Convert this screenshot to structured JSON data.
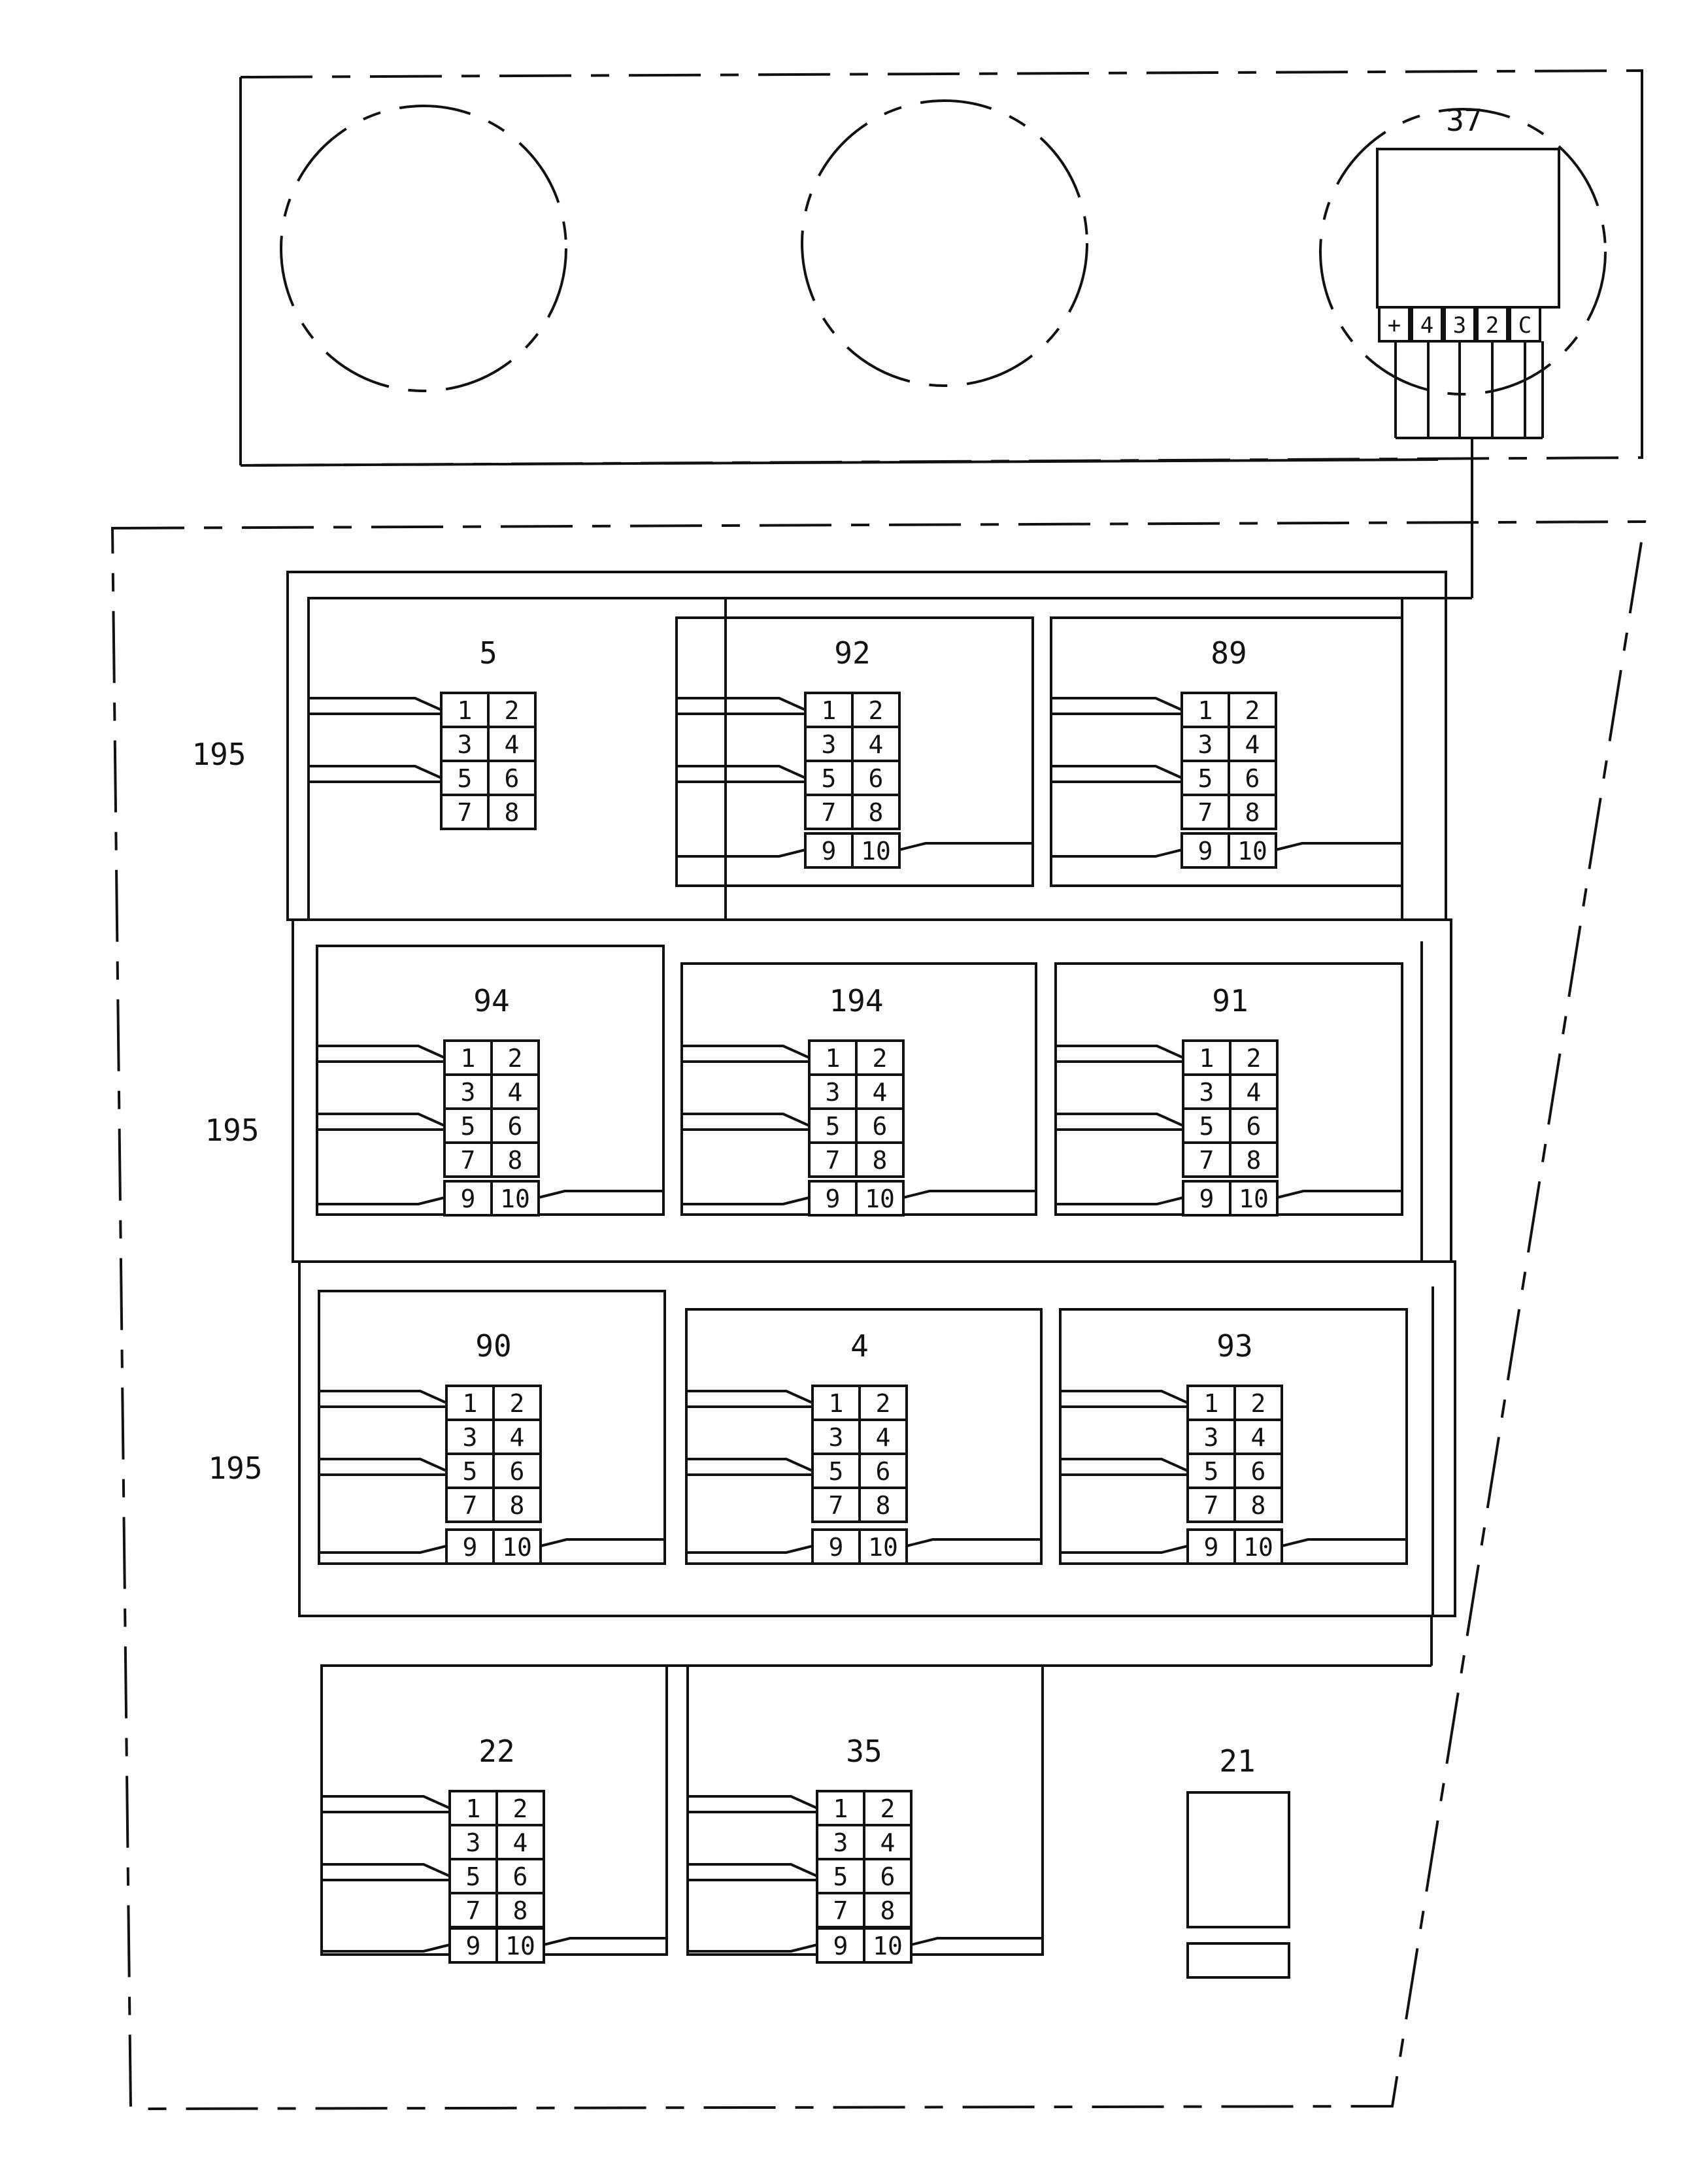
{
  "diagram": {
    "gauge": {
      "label": "37",
      "terminals": [
        "+",
        "4",
        "3",
        "2",
        "C"
      ]
    },
    "row_label": "195",
    "modules": [
      {
        "label": "5",
        "cells": [
          "1",
          "2",
          "3",
          "4",
          "5",
          "6",
          "7",
          "8"
        ]
      },
      {
        "label": "92",
        "cells": [
          "1",
          "2",
          "3",
          "4",
          "5",
          "6",
          "7",
          "8"
        ],
        "aux": [
          "9",
          "10"
        ]
      },
      {
        "label": "89",
        "cells": [
          "1",
          "2",
          "3",
          "4",
          "5",
          "6",
          "7",
          "8"
        ],
        "aux": [
          "9",
          "10"
        ]
      },
      {
        "label": "94",
        "cells": [
          "1",
          "2",
          "3",
          "4",
          "5",
          "6",
          "7",
          "8"
        ],
        "aux": [
          "9",
          "10"
        ]
      },
      {
        "label": "194",
        "cells": [
          "1",
          "2",
          "3",
          "4",
          "5",
          "6",
          "7",
          "8"
        ],
        "aux": [
          "9",
          "10"
        ]
      },
      {
        "label": "91",
        "cells": [
          "1",
          "2",
          "3",
          "4",
          "5",
          "6",
          "7",
          "8"
        ],
        "aux": [
          "9",
          "10"
        ]
      },
      {
        "label": "90",
        "cells": [
          "1",
          "2",
          "3",
          "4",
          "5",
          "6",
          "7",
          "8"
        ],
        "aux": [
          "9",
          "10"
        ]
      },
      {
        "label": "4",
        "cells": [
          "1",
          "2",
          "3",
          "4",
          "5",
          "6",
          "7",
          "8"
        ],
        "aux": [
          "9",
          "10"
        ]
      },
      {
        "label": "93",
        "cells": [
          "1",
          "2",
          "3",
          "4",
          "5",
          "6",
          "7",
          "8"
        ],
        "aux": [
          "9",
          "10"
        ]
      },
      {
        "label": "22",
        "cells": [
          "1",
          "2",
          "3",
          "4",
          "5",
          "6",
          "7",
          "8"
        ],
        "aux": [
          "9",
          "10"
        ]
      },
      {
        "label": "35",
        "cells": [
          "1",
          "2",
          "3",
          "4",
          "5",
          "6",
          "7",
          "8"
        ],
        "aux": [
          "9",
          "10"
        ]
      }
    ],
    "empty_module": {
      "label": "21"
    }
  }
}
